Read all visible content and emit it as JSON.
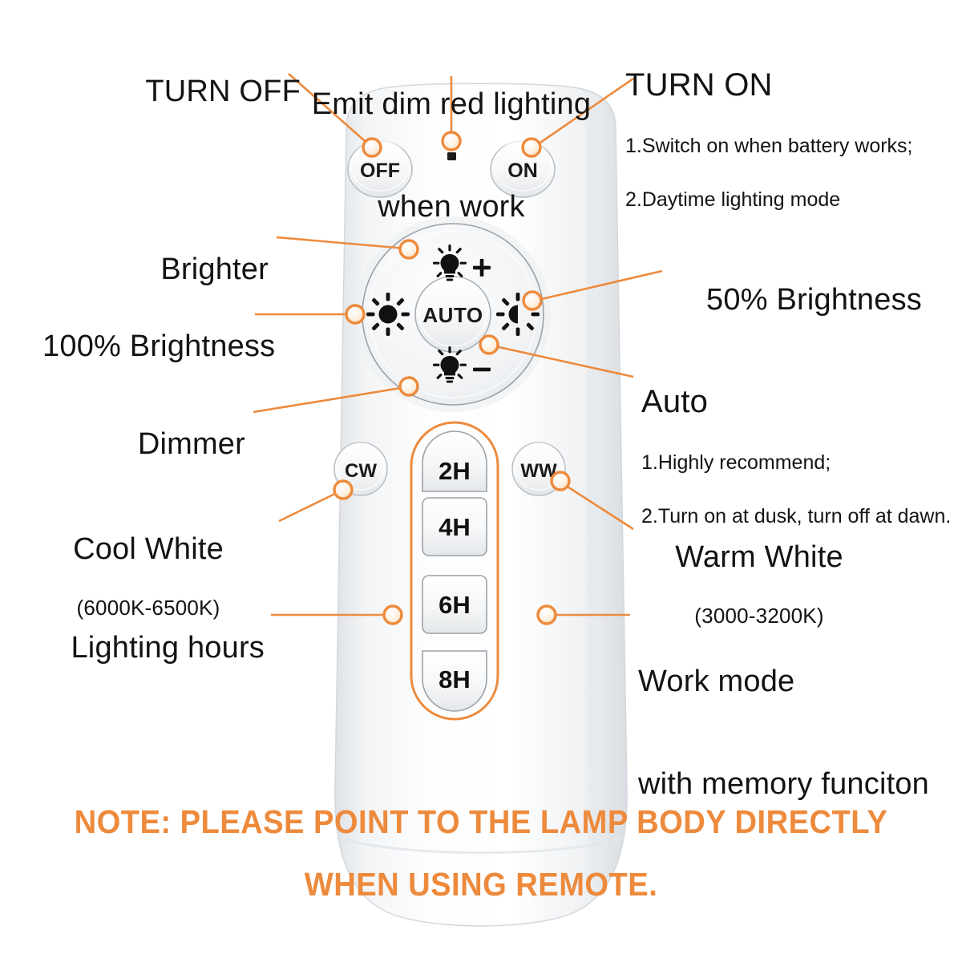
{
  "page": {
    "kind": "product-instruction-diagram",
    "subject": "LED lamp remote control",
    "accent_color": "#ED8A3C",
    "text_color": "#131313",
    "body_color": "#FFFFFF"
  },
  "remote": {
    "name": "remote-control-body",
    "top_buttons": [
      {
        "id": "off",
        "label": "OFF"
      },
      {
        "id": "on",
        "label": "ON"
      }
    ],
    "ir_led": {
      "id": "ir-led",
      "label": ""
    },
    "dial": {
      "center": {
        "id": "auto",
        "label": "AUTO"
      },
      "icons": [
        {
          "id": "brighter",
          "icon": "bulb-plus-icon",
          "glyph": "+"
        },
        {
          "id": "full-brightness",
          "icon": "sun-full-icon",
          "glyph": ""
        },
        {
          "id": "half-brightness",
          "icon": "sun-half-icon",
          "glyph": ""
        },
        {
          "id": "dimmer",
          "icon": "bulb-minus-icon",
          "glyph": "−"
        }
      ]
    },
    "mode_buttons": [
      {
        "id": "cw",
        "label": "CW"
      },
      {
        "id": "ww",
        "label": "WW"
      }
    ],
    "timer_buttons": [
      {
        "id": "t2h",
        "label": "2H"
      },
      {
        "id": "t4h",
        "label": "4H"
      },
      {
        "id": "t6h",
        "label": "6H"
      },
      {
        "id": "t8h",
        "label": "8H"
      }
    ]
  },
  "callouts": {
    "turn_off": {
      "title": "TURN OFF"
    },
    "emit_red": {
      "line1": "Emit dim red lighting",
      "line2": "when work"
    },
    "turn_on": {
      "title": "TURN ON",
      "line1": "1.Switch on when battery works;",
      "line2": "2.Daytime lighting mode"
    },
    "brighter": {
      "title": "Brighter"
    },
    "brightness_100": {
      "title": "100% Brightness"
    },
    "brightness_50": {
      "title": "50% Brightness"
    },
    "dimmer": {
      "title": "Dimmer"
    },
    "auto": {
      "title": "Auto",
      "line1": "1.Highly recommend;",
      "line2": "2.Turn on at dusk, turn off at dawn."
    },
    "cool_white": {
      "title": "Cool White",
      "range": "(6000K-6500K)"
    },
    "warm_white": {
      "title": "Warm White",
      "range": "(3000-3200K)"
    },
    "lighting_hours": {
      "title": "Lighting hours"
    },
    "work_mode": {
      "line1": "Work mode",
      "line2": "with memory funciton"
    }
  },
  "note": {
    "line1": "NOTE: PLEASE POINT TO THE LAMP BODY DIRECTLY",
    "line2": "WHEN USING REMOTE."
  }
}
